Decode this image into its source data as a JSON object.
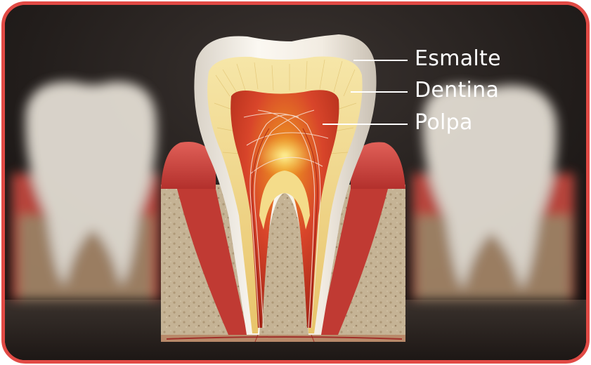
{
  "image": {
    "subject": "tooth-cross-section",
    "colors": {
      "frame_border": "#e14a45",
      "gum": "#c83c36",
      "enamel": "#f3efe8",
      "dentin": "#f1d88a",
      "pulp": "#d8452a",
      "bone": "#cdb899",
      "background": "#1a1716"
    }
  },
  "labels": {
    "enamel": "Esmalte",
    "dentin": "Dentina",
    "pulp": "Polpa"
  }
}
